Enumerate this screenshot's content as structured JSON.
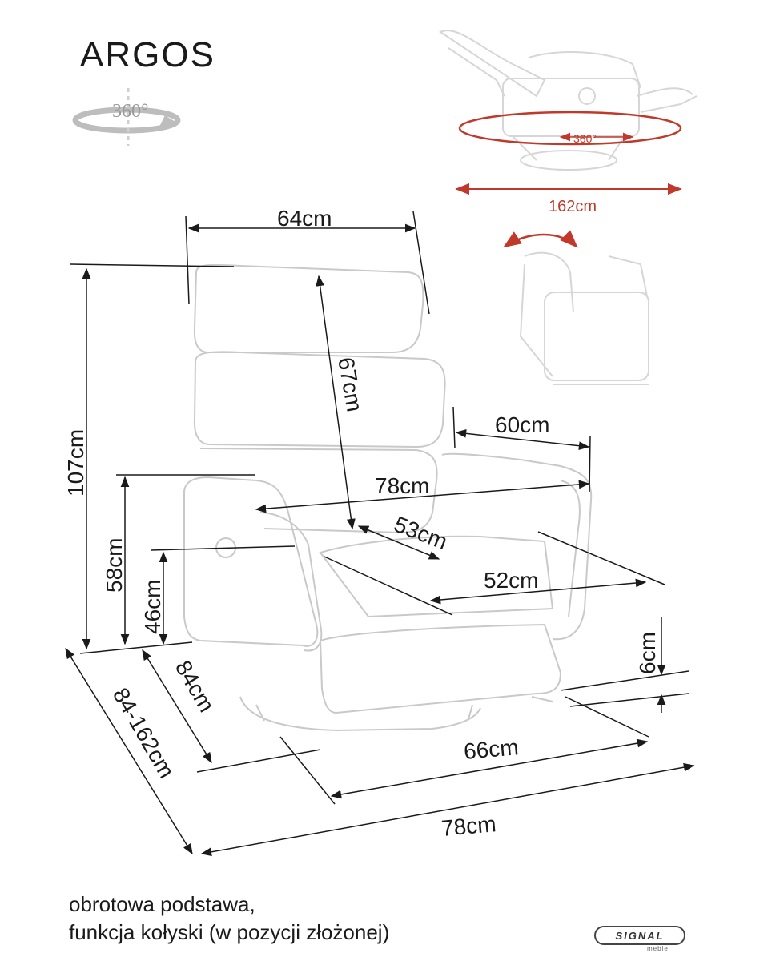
{
  "product": {
    "name": "ARGOS"
  },
  "rotation_badge": {
    "label": "360°"
  },
  "swivel_view": {
    "rotation_label": "360°",
    "width_label": "162cm"
  },
  "dimensions": {
    "backrest_width": "64cm",
    "total_height": "107cm",
    "backrest_height": "67cm",
    "armrest_height": "58cm",
    "seat_height": "46cm",
    "armrest_length": "60cm",
    "inner_width": "78cm",
    "seat_depth": "53cm",
    "seat_width": "52cm",
    "base_clearance": "6cm",
    "depth": "84cm",
    "depth_extended": "84-162cm",
    "front_width": "66cm",
    "total_width": "78cm"
  },
  "footer": {
    "line1": "obrotowa podstawa,",
    "line2": "funkcja kołyski (w pozycji złożonej)"
  },
  "brand": {
    "name": "SIGNAL",
    "sub": "meble"
  },
  "colors": {
    "ink": "#1a1a1a",
    "accent": "#c0392b",
    "ghost": "#d6d6d6"
  }
}
